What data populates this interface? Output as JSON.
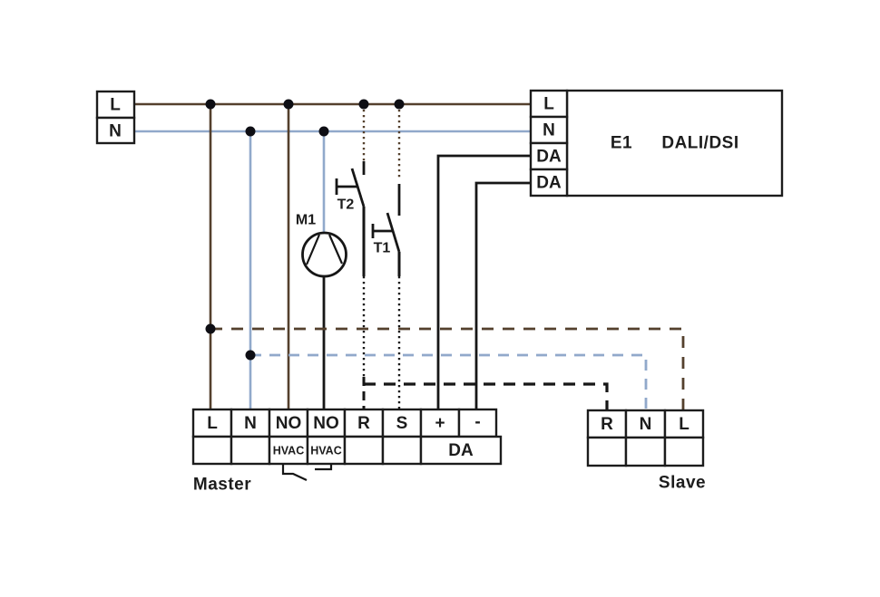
{
  "mains": {
    "terminals": [
      "L",
      "N"
    ]
  },
  "ballast": {
    "name": "E1",
    "bus_type": "DALI/DSI",
    "terminals": [
      "L",
      "N",
      "DA",
      "DA"
    ]
  },
  "motor": {
    "label": "M1"
  },
  "switches": {
    "t2": "T2",
    "t1": "T1"
  },
  "master": {
    "label": "Master",
    "terminals": [
      "L",
      "N",
      "NO",
      "NO",
      "R",
      "S",
      "+",
      "-"
    ],
    "sub_labels": [
      "HVAC",
      "HVAC"
    ],
    "da_label": "DA"
  },
  "slave": {
    "label": "Slave",
    "terminals": [
      "R",
      "N",
      "L"
    ]
  },
  "colors": {
    "wire_brown": "#54402d",
    "wire_blue": "#91a9cb",
    "wire_black": "#161616",
    "outline": "#1c1c1c",
    "dot": "#0e0e14"
  }
}
